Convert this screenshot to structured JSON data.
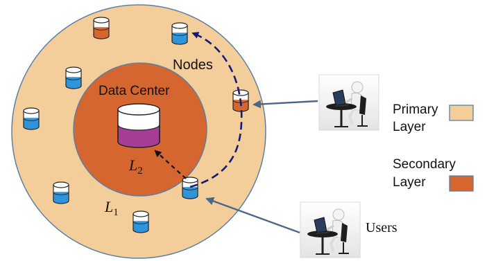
{
  "labels": {
    "nodes": "Nodes",
    "data_center": "Data Center",
    "l1": "L",
    "l1_sub": "1",
    "l2": "L",
    "l2_sub": "2",
    "users": "Users"
  },
  "legend": [
    {
      "line1": "Primary",
      "line2": "Layer",
      "color": "#f3cd9a"
    },
    {
      "line1": "Secondary",
      "line2": "Layer",
      "color": "#d56630"
    }
  ],
  "colors": {
    "primary_layer": "#f3cd9a",
    "secondary_layer": "#d56630",
    "outline": "#5d7fa3",
    "node_blue": "#2e95da",
    "node_orange": "#d56630",
    "datacenter_fill": "#a73e96",
    "dashed_arc": "#141a78",
    "user_arrow": "#4a6688"
  },
  "icons": {
    "node": "cylinder-storage-icon",
    "datacenter": "cylinder-datacenter-icon",
    "user": "user-at-laptop-icon"
  }
}
